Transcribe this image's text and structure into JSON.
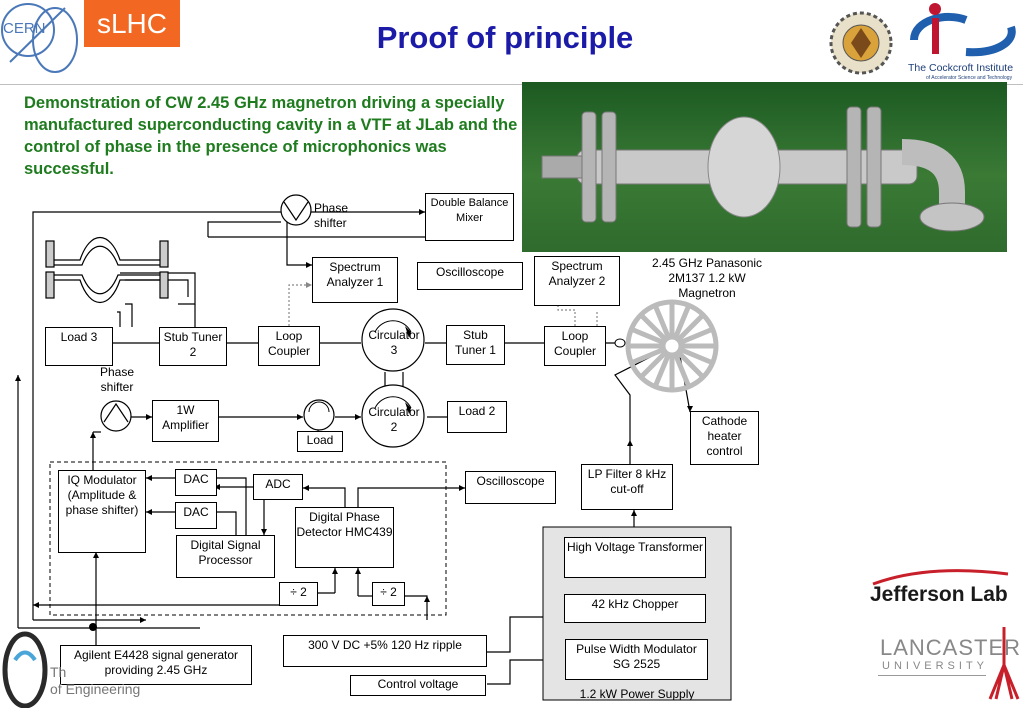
{
  "header": {
    "title": "Proof of principle",
    "cern_logo": "CERN",
    "slhc_badge": "sLHC",
    "cockcroft_logo": "The Cockcroft Institute",
    "cockcroft_sub": "of Accelerator Science and Technology"
  },
  "description": "Demonstration of CW 2.45 GHz magnetron driving a specially manufactured  superconducting cavity in a VTF at JLab and the control of phase in the presence of microphonics was successful.",
  "diagram": {
    "phase_shifter_top": "Phase shifter",
    "double_balance_mixer": "Double Balance Mixer",
    "spectrum_analyzer_1": "Spectrum Analyzer 1",
    "oscilloscope_top": "Oscilloscope",
    "spectrum_analyzer_2": "Spectrum Analyzer 2",
    "magnetron_label": "2.45 GHz Panasonic 2M137 1.2 kW Magnetron",
    "load_3": "Load 3",
    "stub_tuner_2": "Stub Tuner 2",
    "loop_coupler_left": "Loop Coupler",
    "circulator_3": "Circulator 3",
    "stub_tuner_1": "Stub Tuner 1",
    "loop_coupler_right": "Loop Coupler",
    "phase_shifter_left": "Phase shifter",
    "amplifier": "1W Amplifier",
    "load": "Load",
    "circulator_2": "Circulator 2",
    "load_2": "Load 2",
    "cathode_heater": "Cathode heater control",
    "iq_modulator": "IQ Modulator (Amplitude & phase shifter)",
    "dac_1": "DAC",
    "dac_2": "DAC",
    "adc": "ADC",
    "oscilloscope_mid": "Oscilloscope",
    "lp_filter": "LP Filter 8 kHz cut-off",
    "digital_phase_detector": "Digital Phase Detector HMC439",
    "digital_signal_processor": "Digital Signal Processor",
    "hv_transformer": "High Voltage Transformer",
    "divide_1": "÷ 2",
    "divide_2": "÷ 2",
    "chopper": "42 kHz Chopper",
    "dc_supply": "300 V DC +5% 120 Hz ripple",
    "pwm": "Pulse Width Modulator SG 2525",
    "signal_generator": "Agilent E4428 signal generator providing 2.45 GHz",
    "control_voltage": "Control voltage",
    "power_supply": "1.2 kW Power Supply"
  },
  "footer": {
    "jefferson_lab": "Jefferson Lab",
    "lancaster": "LANCASTER",
    "lancaster_sub": "UNIVERSITY",
    "engineering": "of Engineering",
    "engineering_prefix": "Th"
  }
}
